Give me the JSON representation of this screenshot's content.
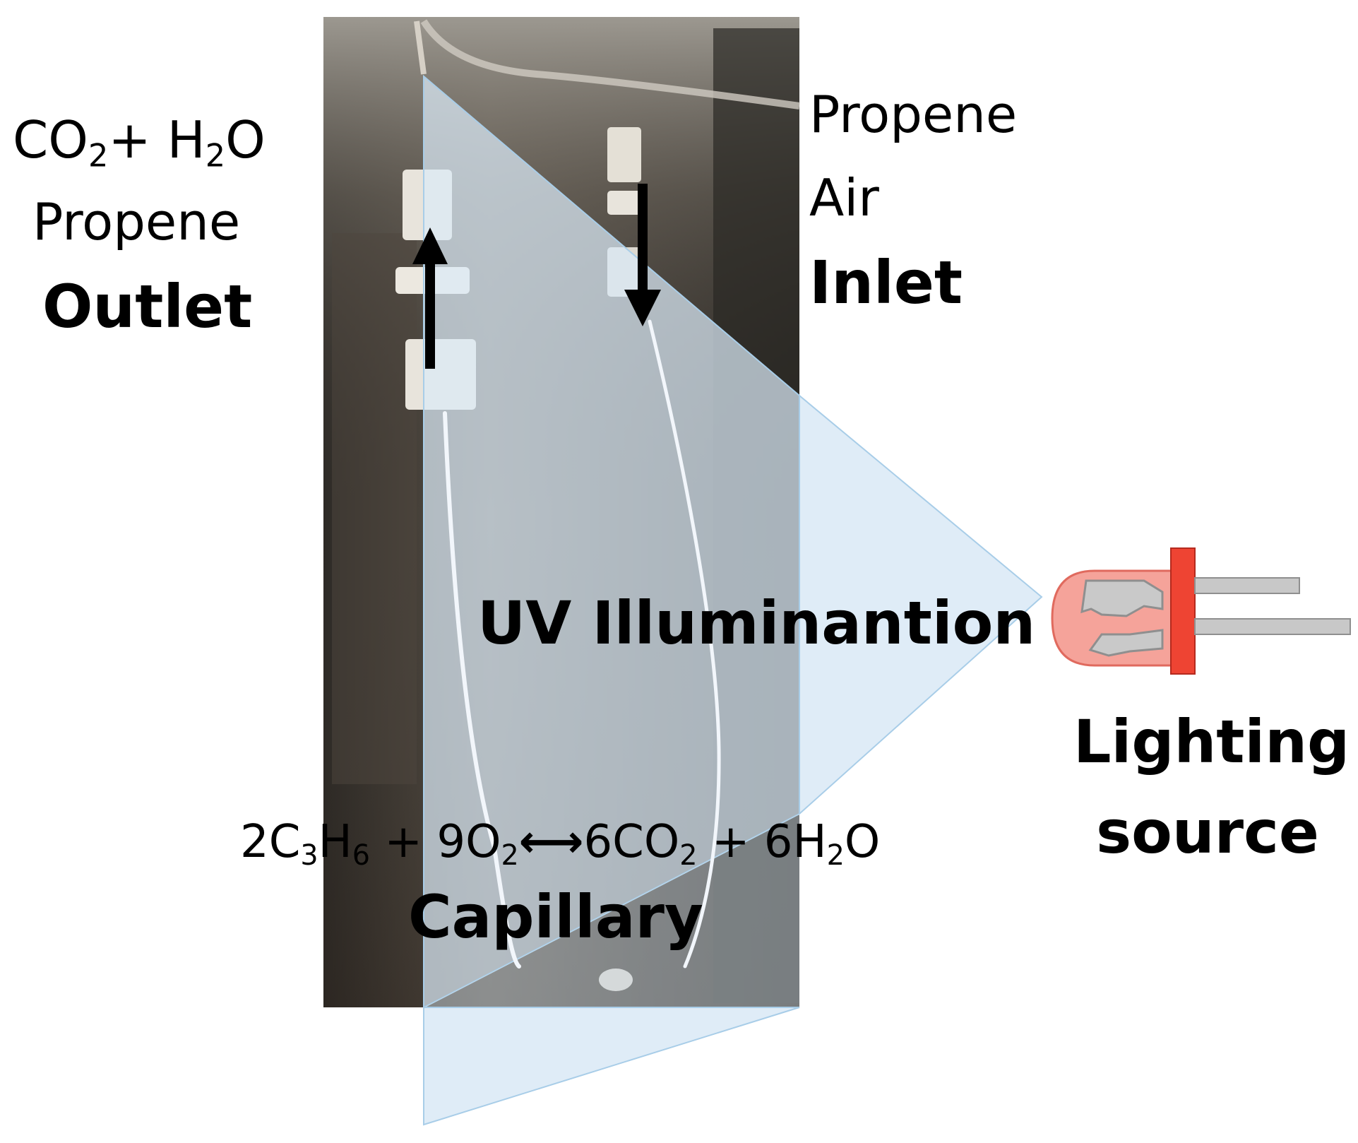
{
  "outlet": {
    "line1": {
      "a": "CO",
      "a_sub": "2",
      "b": "+ H",
      "b_sub": "2",
      "c": "O"
    },
    "line2": "Propene",
    "title": "Outlet"
  },
  "inlet": {
    "line1": "Propene",
    "line2": "Air",
    "title": "Inlet"
  },
  "uv_label": "UV Illuminantion",
  "reaction": {
    "p1": "2C",
    "s1": "3",
    "p2": "H",
    "s2": "6",
    "p3": " + 9O",
    "s3": "2",
    "arrow": "⟷",
    "p4": "6CO",
    "s4": "2",
    "p5": " + 6H",
    "s5": "2",
    "p6": "O"
  },
  "capillary_label": "Capillary",
  "lighting": {
    "line1": "Lighting",
    "line2": "source"
  },
  "colors": {
    "beam_fill": "#dbeaf6",
    "beam_stroke": "#a8cde8",
    "led_body": "#f5a39a",
    "led_ring": "#ee4433",
    "led_leads": "#c8c8c8",
    "photo_bg": "#3a3631"
  },
  "icons": {
    "outlet_arrow": "arrow-up-icon",
    "inlet_arrow": "arrow-down-icon",
    "led": "led-icon"
  }
}
